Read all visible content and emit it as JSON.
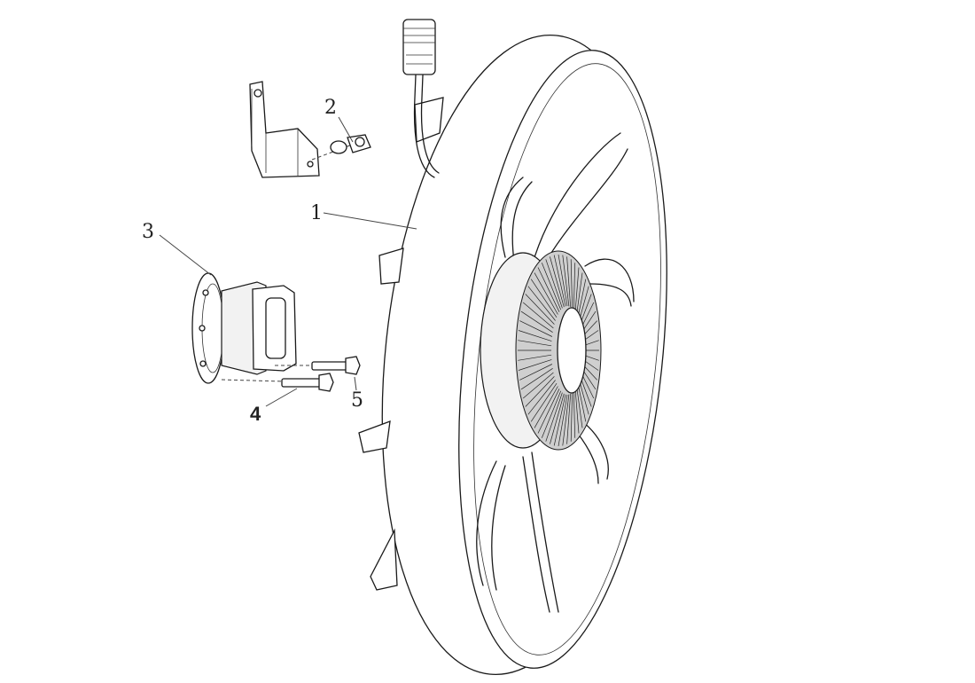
{
  "callouts": [
    {
      "id": "1",
      "label": "1",
      "part": "fan-assembly"
    },
    {
      "id": "2",
      "label": "2",
      "part": "sensor-clip"
    },
    {
      "id": "3",
      "label": "3",
      "part": "fan-hub-adapter"
    },
    {
      "id": "4",
      "label": "4",
      "part": "long-bolt"
    },
    {
      "id": "5",
      "label": "5",
      "part": "short-bolt"
    }
  ],
  "colors": {
    "line": "#1a1a1a",
    "background": "#ffffff",
    "shade": "#cfcfcf"
  }
}
